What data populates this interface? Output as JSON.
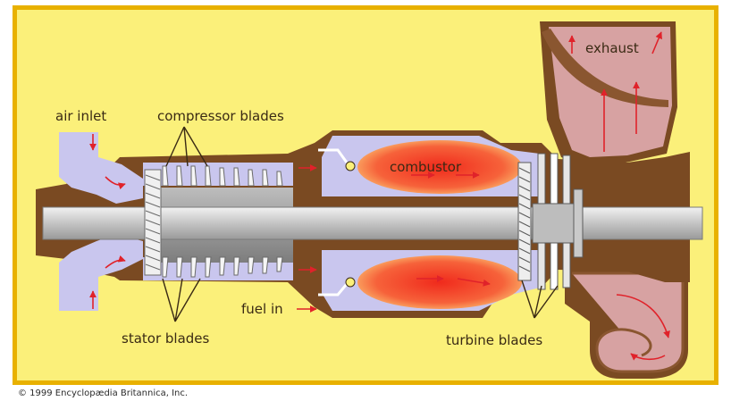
{
  "labels": {
    "exhaust": "exhaust",
    "air_inlet": "air inlet",
    "compressor_blades": "compressor blades",
    "combustor": "combustor",
    "fuel_in": "fuel in",
    "stator_blades": "stator blades",
    "turbine_blades": "turbine blades"
  },
  "copyright": "© 1999 Encyclopædia Britannica, Inc.",
  "colors": {
    "background": "#fbf07a",
    "frame": "#e8b100",
    "housing": "#7a4a22",
    "shaft": "#cfcfcf",
    "air_flow": "#c9c6ee",
    "flame": "#f44d2c",
    "exhaust_gas": "#d7a2a2",
    "arrow": "#e0222a"
  }
}
